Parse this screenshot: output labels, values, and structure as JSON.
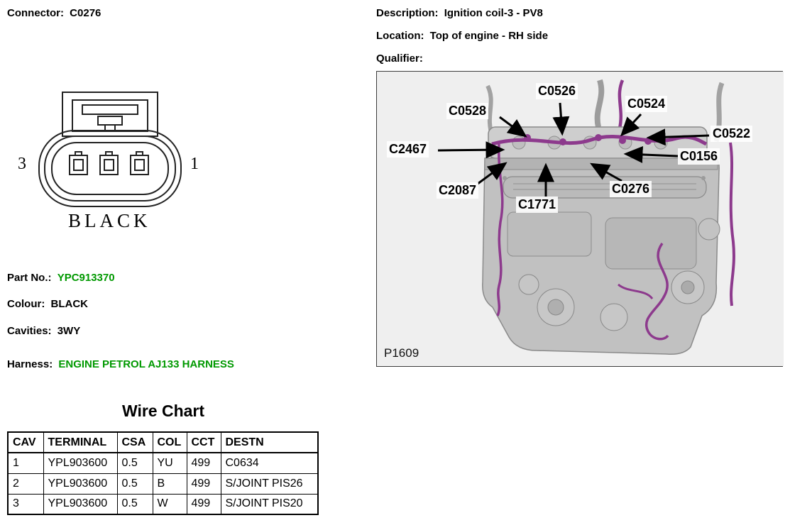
{
  "top_left": {
    "connector_label": "Connector:",
    "connector_value": "C0276"
  },
  "top_right": {
    "description_label": "Description:",
    "description_value": "Ignition coil-3 - PV8",
    "location_label": "Location:",
    "location_value": "Top of engine - RH side",
    "qualifier_label": "Qualifier:",
    "qualifier_value": ""
  },
  "connector_drawing": {
    "pin_left_label": "3",
    "pin_right_label": "1",
    "colour_caption": "BLACK"
  },
  "part_info": {
    "part_no_label": "Part No.:",
    "part_no_value": "YPC913370",
    "colour_label": "Colour:",
    "colour_value": "BLACK",
    "cavities_label": "Cavities:",
    "cavities_value": "3WY",
    "harness_label": "Harness:",
    "harness_value": "ENGINE PETROL AJ133 HARNESS"
  },
  "engine_figure": {
    "figure_code": "P1609",
    "callouts": [
      "C0528",
      "C0526",
      "C0524",
      "C0522",
      "C2467",
      "C0156",
      "C2087",
      "C1771",
      "C0276"
    ]
  },
  "wire_chart": {
    "title": "Wire Chart",
    "headers": [
      "CAV",
      "TERMINAL",
      "CSA",
      "COL",
      "CCT",
      "DESTN"
    ],
    "rows": [
      [
        "1",
        "YPL903600",
        "0.5",
        "YU",
        "499",
        "C0634"
      ],
      [
        "2",
        "YPL903600",
        "0.5",
        "B",
        "499",
        "S/JOINT PIS26"
      ],
      [
        "3",
        "YPL903600",
        "0.5",
        "W",
        "499",
        "S/JOINT PIS20"
      ]
    ]
  },
  "colors": {
    "highlight_green": "#009900",
    "harness_purple": "#8d3a8d",
    "callout_text": "#000000"
  }
}
